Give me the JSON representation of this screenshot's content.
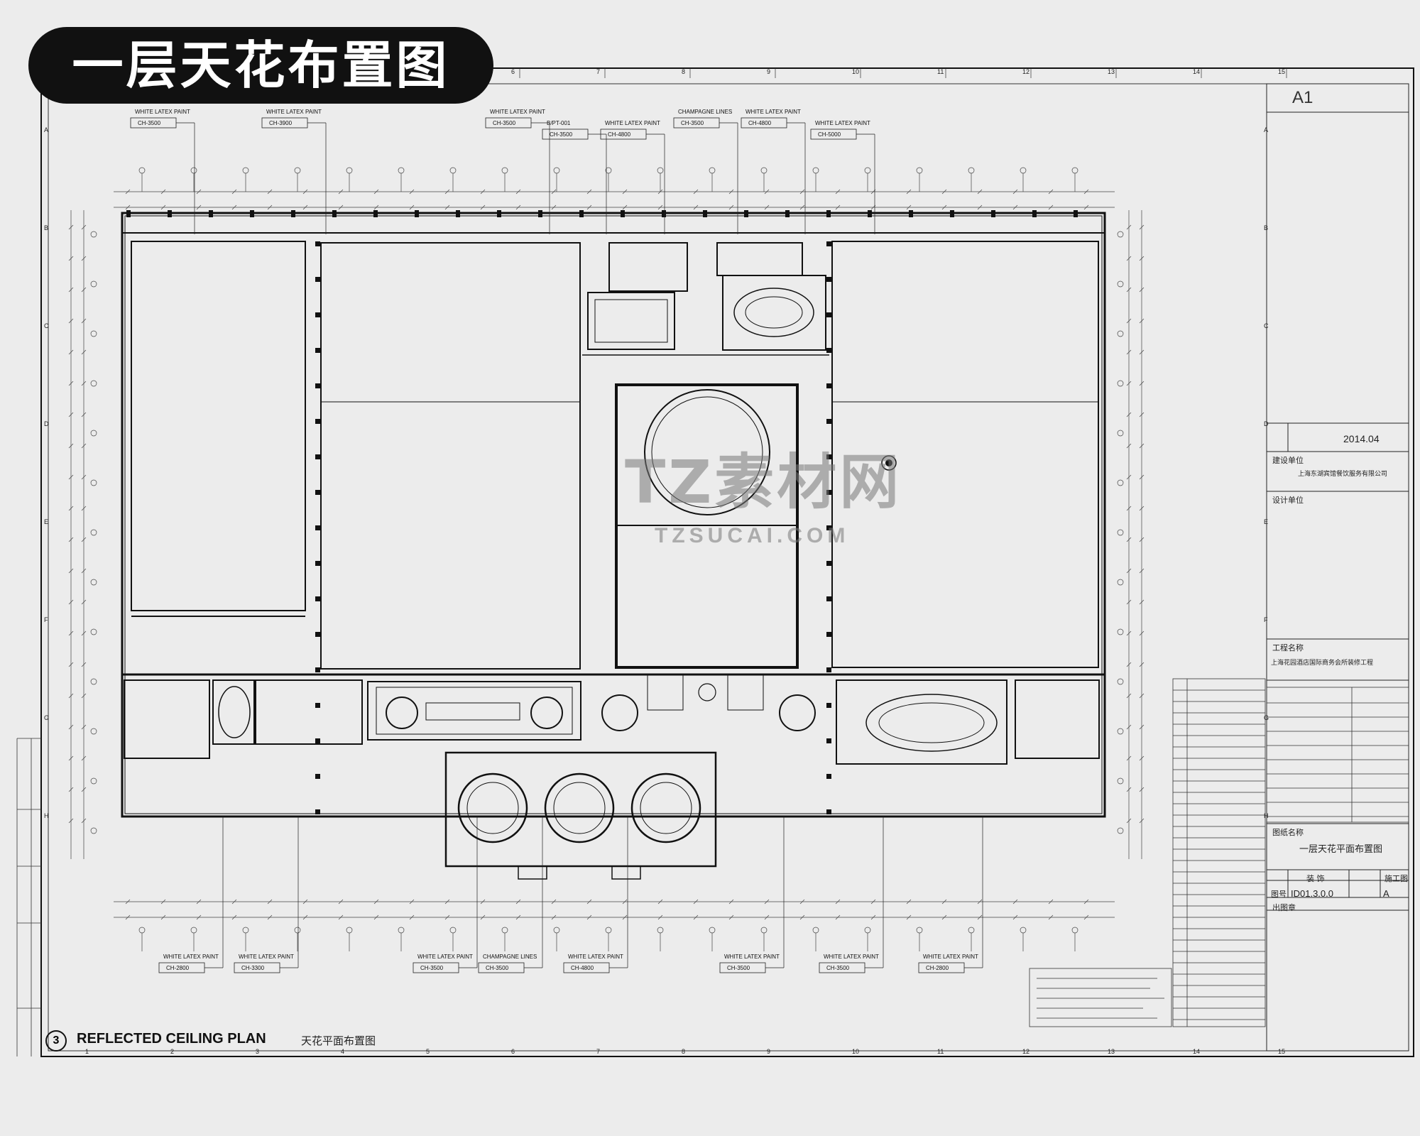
{
  "badge": {
    "title": "一层天花布置图"
  },
  "title_block": {
    "size": "A1",
    "date": "2014.04",
    "client_label": "建设单位",
    "client_name": "上海东湖宾馆餐饮服务有限公司",
    "designer_label": "设计单位",
    "project_label": "工程名称",
    "project_name": "上海花园酒店国际商务会所装修工程",
    "sheet_label": "图纸名称",
    "sheet_name": "一层天花平面布置图",
    "code_label": "图号",
    "code": "ID01.3.0.0",
    "rev": "A",
    "discipline": "装 饰",
    "stage": "施工图",
    "stamp_label": "出图章"
  },
  "plan": {
    "number": "3",
    "title": "REFLECTED CEILING PLAN",
    "subtitle": "天花平面布置图"
  },
  "watermark": {
    "cn": "TZ素材网",
    "en": "TZSUCAI.COM"
  },
  "tags_top": [
    {
      "mat": "WHITE LATEX PAINT",
      "code": "CH-3500"
    },
    {
      "mat": "WHITE LATEX PAINT",
      "code": "CH-3900"
    },
    {
      "mat": "WHITE LATEX PAINT",
      "code": "CH-3500"
    },
    {
      "mat": "B/PT-001",
      "code": "CH-3500"
    },
    {
      "mat": "WHITE LATEX PAINT",
      "code": "CH-4800"
    },
    {
      "mat": "CHAMPAGNE LINES",
      "code": "CH-3500"
    },
    {
      "mat": "WHITE LATEX PAINT",
      "code": "CH-4800"
    },
    {
      "mat": "WHITE LATEX PAINT",
      "code": "CH-5000"
    }
  ],
  "tags_bottom": [
    {
      "mat": "WHITE LATEX PAINT",
      "code": "CH-2800"
    },
    {
      "mat": "WHITE LATEX PAINT",
      "code": "CH-3300"
    },
    {
      "mat": "WHITE LATEX PAINT",
      "code": "CH-3500"
    },
    {
      "mat": "CHAMPAGNE LINES",
      "code": "CH-3500"
    },
    {
      "mat": "WHITE LATEX PAINT",
      "code": "CH-4800"
    },
    {
      "mat": "WHITE LATEX PAINT",
      "code": "CH-3500"
    },
    {
      "mat": "WHITE LATEX PAINT",
      "code": "CH-3500"
    },
    {
      "mat": "WHITE LATEX PAINT",
      "code": "CH-2800"
    }
  ],
  "grid_cols": [
    "1",
    "2",
    "3",
    "4",
    "5",
    "6",
    "7",
    "8",
    "9",
    "10",
    "11",
    "12",
    "13",
    "14",
    "15"
  ],
  "grid_rows": [
    "A",
    "B",
    "C",
    "D",
    "E",
    "F",
    "G",
    "H"
  ],
  "colors": {
    "line": "#111111",
    "paper": "#ececec",
    "badge": "#111111"
  }
}
